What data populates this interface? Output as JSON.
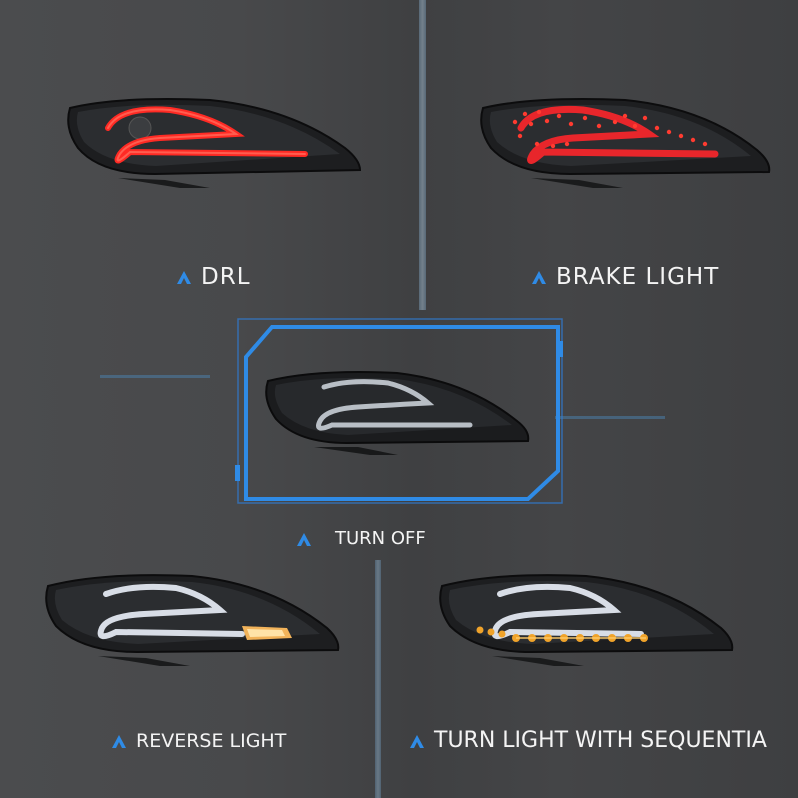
{
  "colors": {
    "accent": "#2f8be6",
    "drl": "#e8262b",
    "amber": "#f0a32a",
    "white_bar": "#d8dde6"
  },
  "panels": {
    "drl": {
      "label": "DRL"
    },
    "brake": {
      "label": "BRAKE LIGHT"
    },
    "off": {
      "label": "TURN OFF"
    },
    "reverse": {
      "label": "REVERSE LIGHT"
    },
    "turn": {
      "label": "TURN LIGHT WITH SEQUENTIA"
    }
  },
  "icons": {
    "label_marker": "chevron-up-icon"
  }
}
